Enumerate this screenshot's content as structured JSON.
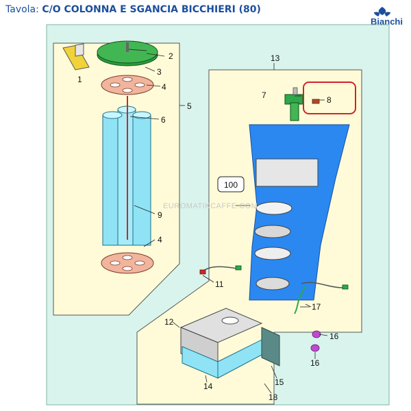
{
  "header": {
    "label": "Tavola:",
    "title": "C/O COLONNA E SGANCIA BICCHIERI (80)",
    "brand": "Bianchi"
  },
  "watermark": "EUROMATIKCAFFE.COM",
  "colors": {
    "background_panel": "#d9f4ec",
    "title_blue": "#1c4f9c",
    "highlight_red": "#d2232a",
    "blue_block": "#2a88f0",
    "cyan_parts": "#8fe3f5",
    "green_parts": "#2ea84a",
    "magenta_parts": "#c04ad0"
  },
  "callouts": [
    "1",
    "2",
    "3",
    "4",
    "5",
    "6",
    "7",
    "8",
    "9",
    "4",
    "11",
    "12",
    "13",
    "14",
    "15",
    "16",
    "16",
    "17",
    "18",
    "100"
  ]
}
